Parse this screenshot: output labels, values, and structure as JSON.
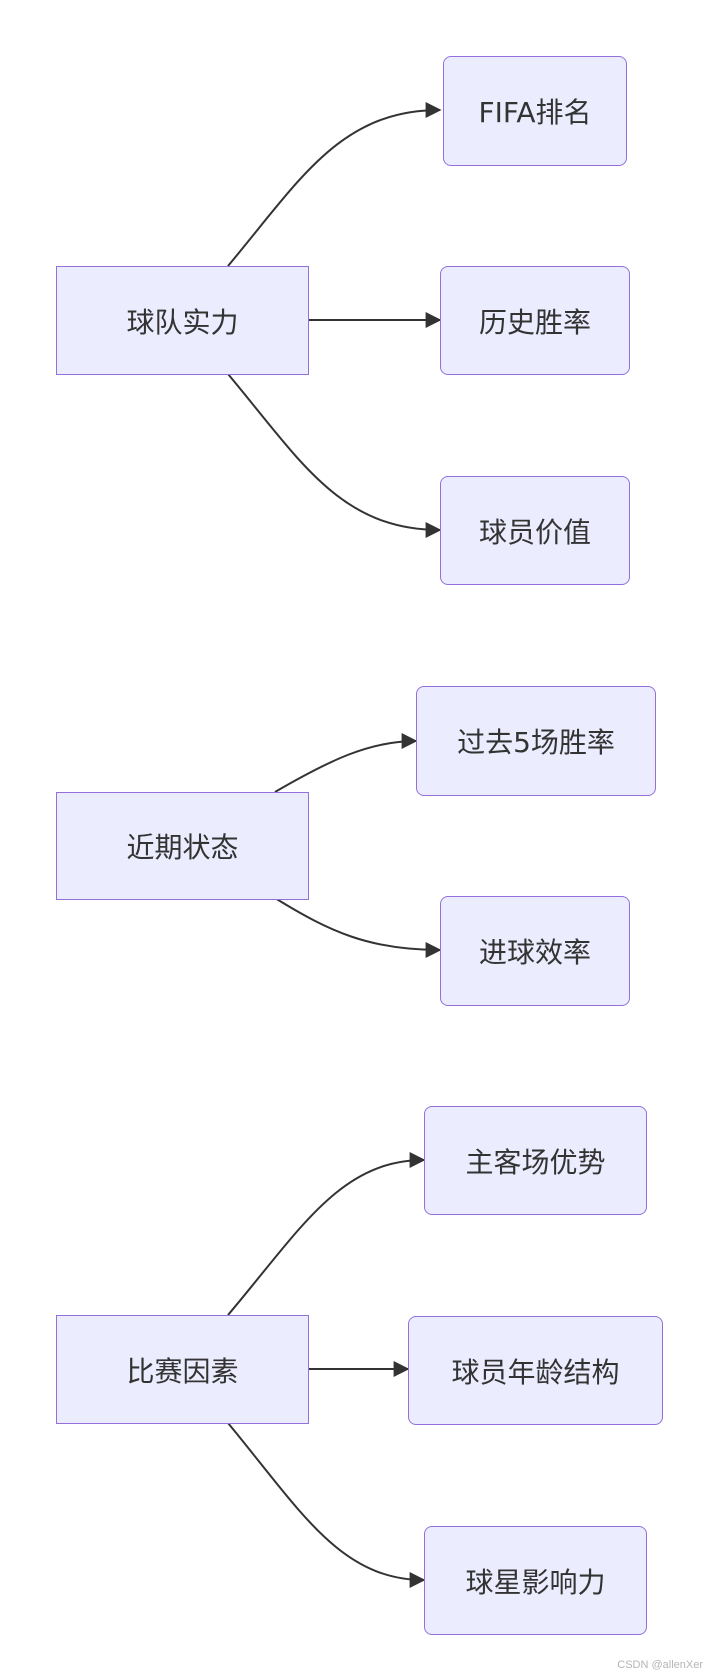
{
  "groups": [
    {
      "root": "球队实力",
      "children": [
        "FIFA排名",
        "历史胜率",
        "球员价值"
      ]
    },
    {
      "root": "近期状态",
      "children": [
        "过去5场胜率",
        "进球效率"
      ]
    },
    {
      "root": "比赛因素",
      "children": [
        "主客场优势",
        "球员年龄结构",
        "球星影响力"
      ]
    }
  ],
  "watermark": "CSDN @allenXer",
  "colors": {
    "node_fill": "#ececff",
    "node_border": "#9370db",
    "edge": "#333333",
    "text": "#333333"
  }
}
